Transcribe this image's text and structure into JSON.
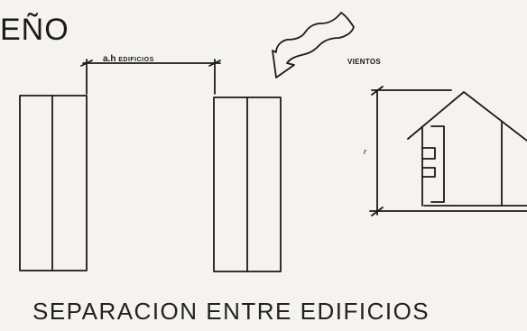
{
  "title_fragment": "EÑO",
  "dimension_label": {
    "main": "a.h",
    "sub": "EDIFICIOS"
  },
  "wind_label": "VIENTOS",
  "height_label": "r",
  "caption": "SEPARACION ENTRE EDIFICIOS",
  "colors": {
    "ink": "#1a1a1a",
    "paper": "#f4f3ef"
  }
}
